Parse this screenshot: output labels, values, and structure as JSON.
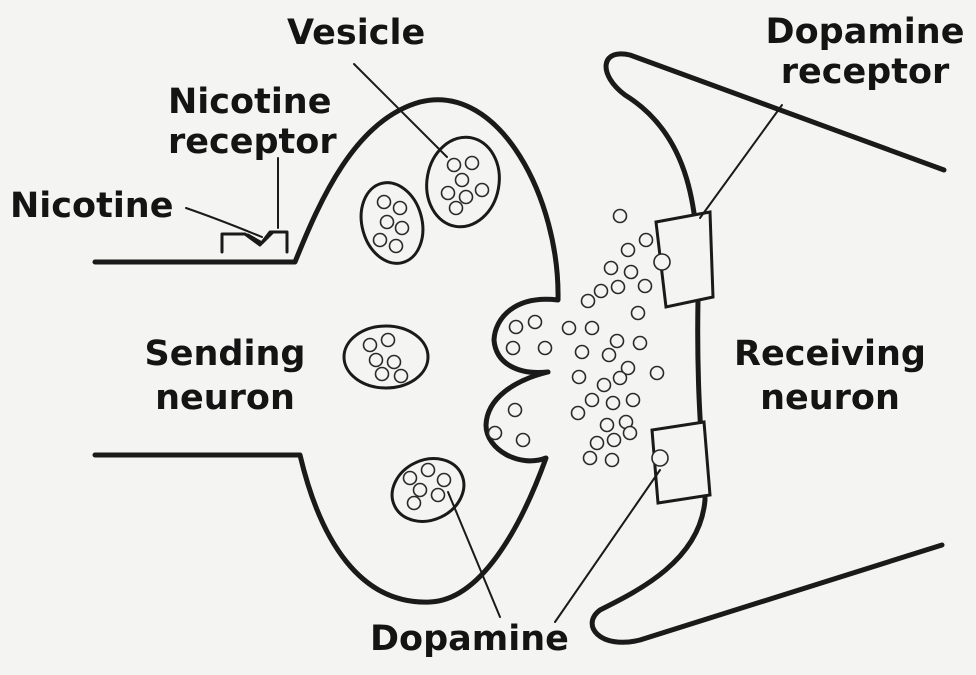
{
  "labels": {
    "vesicle": "Vesicle",
    "nicotine_receptor": "Nicotine receptor",
    "nicotine": "Nicotine",
    "dopamine_receptor": "Dopamine receptor",
    "sending_neuron": "Sending neuron",
    "receiving_neuron": "Receiving neuron",
    "dopamine": "Dopamine"
  },
  "colors": {
    "ink": "#1a1a1a",
    "paper": "#f4f4f2"
  }
}
